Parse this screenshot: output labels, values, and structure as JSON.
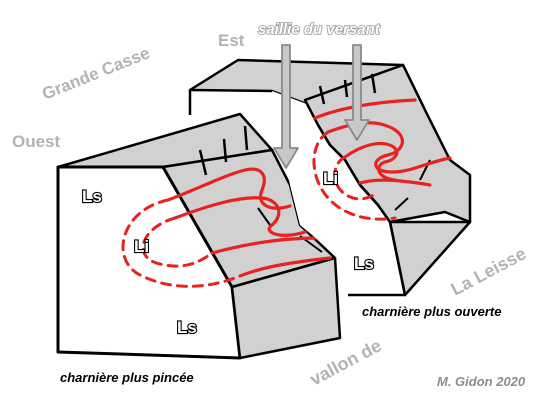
{
  "labels": {
    "grande_casse": "Grande Casse",
    "est": "Est",
    "ouest": "Ouest",
    "saillie": "saillie du versant",
    "la_leisse": "La Leisse",
    "vallon_de": "vallon de",
    "charniere_pincee": "charnière plus pincée",
    "charniere_ouverte": "charnière plus ouverte",
    "credit": "M. Gidon 2020"
  },
  "units": {
    "ls_upper_left": "Ls",
    "li_left": "Li",
    "ls_lower_left": "Ls",
    "li_right": "Li",
    "ls_right": "Ls"
  },
  "colors": {
    "block_fill": "#d1d1d1",
    "face_fill": "#ffffff",
    "fold_trace": "#e8231f",
    "label_grey": "#b3b3b3",
    "arrow_fill": "#c8c8c8"
  }
}
